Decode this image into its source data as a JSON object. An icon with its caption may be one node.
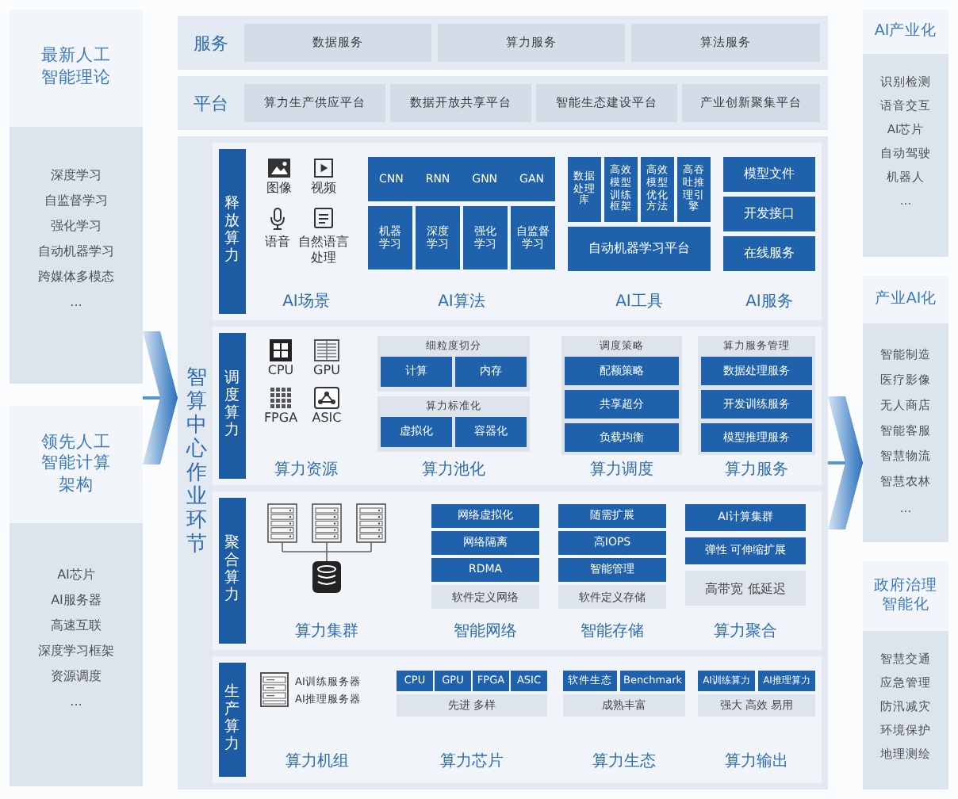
{
  "diagram": {
    "nodes": [
      {
        "text": [
          "最新人工智能理论",
          "深度学习",
          "自监督学习",
          "强化学习",
          "自动机器学习",
          "跨媒体多模态",
          "..."
        ]
      },
      {
        "text": [
          "领先人工智能计算架构",
          "AI芯片",
          "AI服务器",
          "高速互联",
          "深度学习框架",
          "资源调度",
          "..."
        ]
      },
      {
        "text": [
          "服务"
        ]
      },
      {
        "text": [
          "数据服务"
        ],
        "in": 2
      },
      {
        "text": [
          "算力服务"
        ],
        "in": 2
      },
      {
        "text": [
          "算法服务"
        ],
        "in": 2
      },
      {
        "text": [
          "平台"
        ]
      },
      {
        "text": [
          "算力生产供应平台"
        ],
        "in": 6
      },
      {
        "text": [
          "数据开放共享平台"
        ],
        "in": 6
      },
      {
        "text": [
          "智能生态建设平台"
        ],
        "in": 6
      },
      {
        "text": [
          "产业创新聚集平台"
        ],
        "in": 6
      },
      {
        "text": [
          "智算中心作业环节"
        ]
      },
      {
        "text": [
          "释放算力"
        ],
        "in": 11
      },
      {
        "text": [
          "CNN",
          "RNN",
          "GNN",
          "GAN"
        ],
        "in": 12
      },
      {
        "text": [
          "机器学习"
        ],
        "in": 12
      },
      {
        "text": [
          "深度学习"
        ],
        "in": 12
      },
      {
        "text": [
          "强化学习"
        ],
        "in": 12
      },
      {
        "text": [
          "自监督学习"
        ],
        "in": 12
      },
      {
        "text": [
          "数据处理库"
        ],
        "in": 12
      },
      {
        "text": [
          "高效模型训练框架"
        ],
        "in": 12
      },
      {
        "text": [
          "高效模型优化方法"
        ],
        "in": 12
      },
      {
        "text": [
          "高吞吐推理引擎"
        ],
        "in": 12
      },
      {
        "text": [
          "自动机器学习平台"
        ],
        "in": 12
      },
      {
        "text": [
          "模型文件"
        ],
        "in": 12
      },
      {
        "text": [
          "开发接口"
        ],
        "in": 12
      },
      {
        "text": [
          "在线服务"
        ],
        "in": 12
      },
      {
        "text": [
          "调度算力"
        ],
        "in": 11
      },
      {
        "text": [
          "细粒度切分"
        ],
        "in": 26
      },
      {
        "text": [
          "计算"
        ],
        "in": 27
      },
      {
        "text": [
          "内存"
        ],
        "in": 27
      },
      {
        "text": [
          "算力标准化"
        ],
        "in": 26
      },
      {
        "text": [
          "虚拟化"
        ],
        "in": 30
      },
      {
        "text": [
          "容器化"
        ],
        "in": 30
      },
      {
        "text": [
          "调度策略"
        ],
        "in": 26
      },
      {
        "text": [
          "配额策略"
        ],
        "in": 33
      },
      {
        "text": [
          "共享超分"
        ],
        "in": 33
      },
      {
        "text": [
          "负载均衡"
        ],
        "in": 33
      },
      {
        "text": [
          "算力服务管理"
        ],
        "in": 26
      },
      {
        "text": [
          "数据处理服务"
        ],
        "in": 37
      },
      {
        "text": [
          "开发训练服务"
        ],
        "in": 37
      },
      {
        "text": [
          "模型推理服务"
        ],
        "in": 37
      },
      {
        "text": [
          "聚合算力"
        ],
        "in": 11
      },
      {
        "text": [
          "网络虚拟化"
        ],
        "in": 41
      },
      {
        "text": [
          "网络隔离"
        ],
        "in": 41
      },
      {
        "text": [
          "RDMA"
        ],
        "in": 41
      },
      {
        "text": [
          "软件定义网络"
        ],
        "in": 41
      },
      {
        "text": [
          "随需扩展"
        ],
        "in": 41
      },
      {
        "text": [
          "高IOPS"
        ],
        "in": 41
      },
      {
        "text": [
          "智能管理"
        ],
        "in": 41
      },
      {
        "text": [
          "软件定义存储"
        ],
        "in": 41
      },
      {
        "text": [
          "AI计算集群"
        ],
        "in": 41
      },
      {
        "text": [
          "弹性 可伸缩扩展"
        ],
        "in": 41
      },
      {
        "text": [
          "高带宽 低延迟"
        ],
        "in": 41
      },
      {
        "text": [
          "生产算力"
        ],
        "in": 11
      },
      {
        "text": [
          "CPU"
        ],
        "in": 53
      },
      {
        "text": [
          "GPU"
        ],
        "in": 53
      },
      {
        "text": [
          "FPGA"
        ],
        "in": 53
      },
      {
        "text": [
          "ASIC"
        ],
        "in": 53
      },
      {
        "text": [
          "先进 多样"
        ],
        "in": 53
      },
      {
        "text": [
          "软件生态"
        ],
        "in": 53
      },
      {
        "text": [
          "Benchmark"
        ],
        "in": 53
      },
      {
        "text": [
          "成熟丰富"
        ],
        "in": 53
      },
      {
        "text": [
          "AI训练算力"
        ],
        "in": 53
      },
      {
        "text": [
          "AI推理算力"
        ],
        "in": 53
      },
      {
        "text": [
          "强大 高效 易用"
        ],
        "in": 53
      },
      {
        "text": [
          "AI产业化",
          "识别检测",
          "语音交互",
          "AI芯片",
          "自动驾驶",
          "机器人",
          "..."
        ]
      },
      {
        "text": [
          "产业AI化",
          "智能制造",
          "医疗影像",
          "无人商店",
          "智能客服",
          "智慧物流",
          "智慧农林",
          "..."
        ]
      },
      {
        "text": [
          "政府治理智能化",
          "智慧交通",
          "应急管理",
          "防汛减灾",
          "环境保护",
          "地理测绘"
        ]
      }
    ],
    "edges": [
      {
        "from": 0,
        "to": 11,
        "arrow": "to"
      },
      {
        "from": 1,
        "to": 11,
        "arrow": "to"
      },
      {
        "from": 11,
        "to": 66,
        "arrow": "to"
      }
    ],
    "labels": [
      "图像",
      "视频",
      "语音",
      "自然语言处理",
      "AI场景",
      "AI算法",
      "AI工具",
      "AI服务",
      "CPU",
      "GPU",
      "FPGA",
      "ASIC",
      "算力资源",
      "算力池化",
      "算力调度",
      "算力服务",
      "算力集群",
      "智能网络",
      "智能存储",
      "算力聚合",
      "AI训练服务器",
      "AI推理服务器",
      "算力机组",
      "算力芯片",
      "算力生态",
      "算力输出"
    ]
  }
}
